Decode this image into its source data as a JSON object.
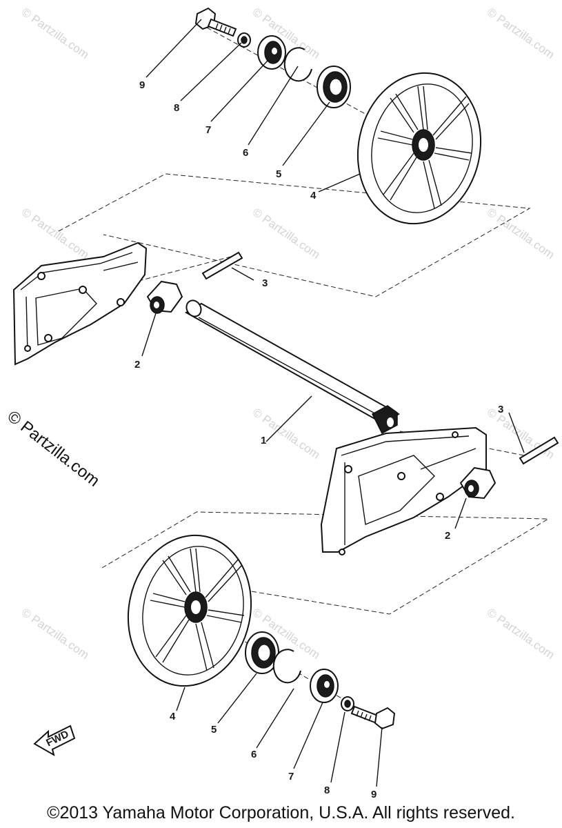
{
  "watermark_text": "© Partzilla.com",
  "side_watermark": "© Partzilla.com",
  "copyright": "©2013 Yamaha Motor Corporation, U.S.A. All rights reserved.",
  "fwd_label": "FWD",
  "callouts": [
    {
      "id": "top-9",
      "label": "9"
    },
    {
      "id": "top-8",
      "label": "8"
    },
    {
      "id": "top-7",
      "label": "7"
    },
    {
      "id": "top-6",
      "label": "6"
    },
    {
      "id": "top-5",
      "label": "5"
    },
    {
      "id": "top-4",
      "label": "4"
    },
    {
      "id": "upper-3",
      "label": "3"
    },
    {
      "id": "upper-2",
      "label": "2"
    },
    {
      "id": "axle-1",
      "label": "1"
    },
    {
      "id": "lower-3",
      "label": "3"
    },
    {
      "id": "lower-2",
      "label": "2"
    },
    {
      "id": "bottom-4",
      "label": "4"
    },
    {
      "id": "bottom-5",
      "label": "5"
    },
    {
      "id": "bottom-6",
      "label": "6"
    },
    {
      "id": "bottom-7",
      "label": "7"
    },
    {
      "id": "bottom-8",
      "label": "8"
    },
    {
      "id": "bottom-9",
      "label": "9"
    }
  ]
}
